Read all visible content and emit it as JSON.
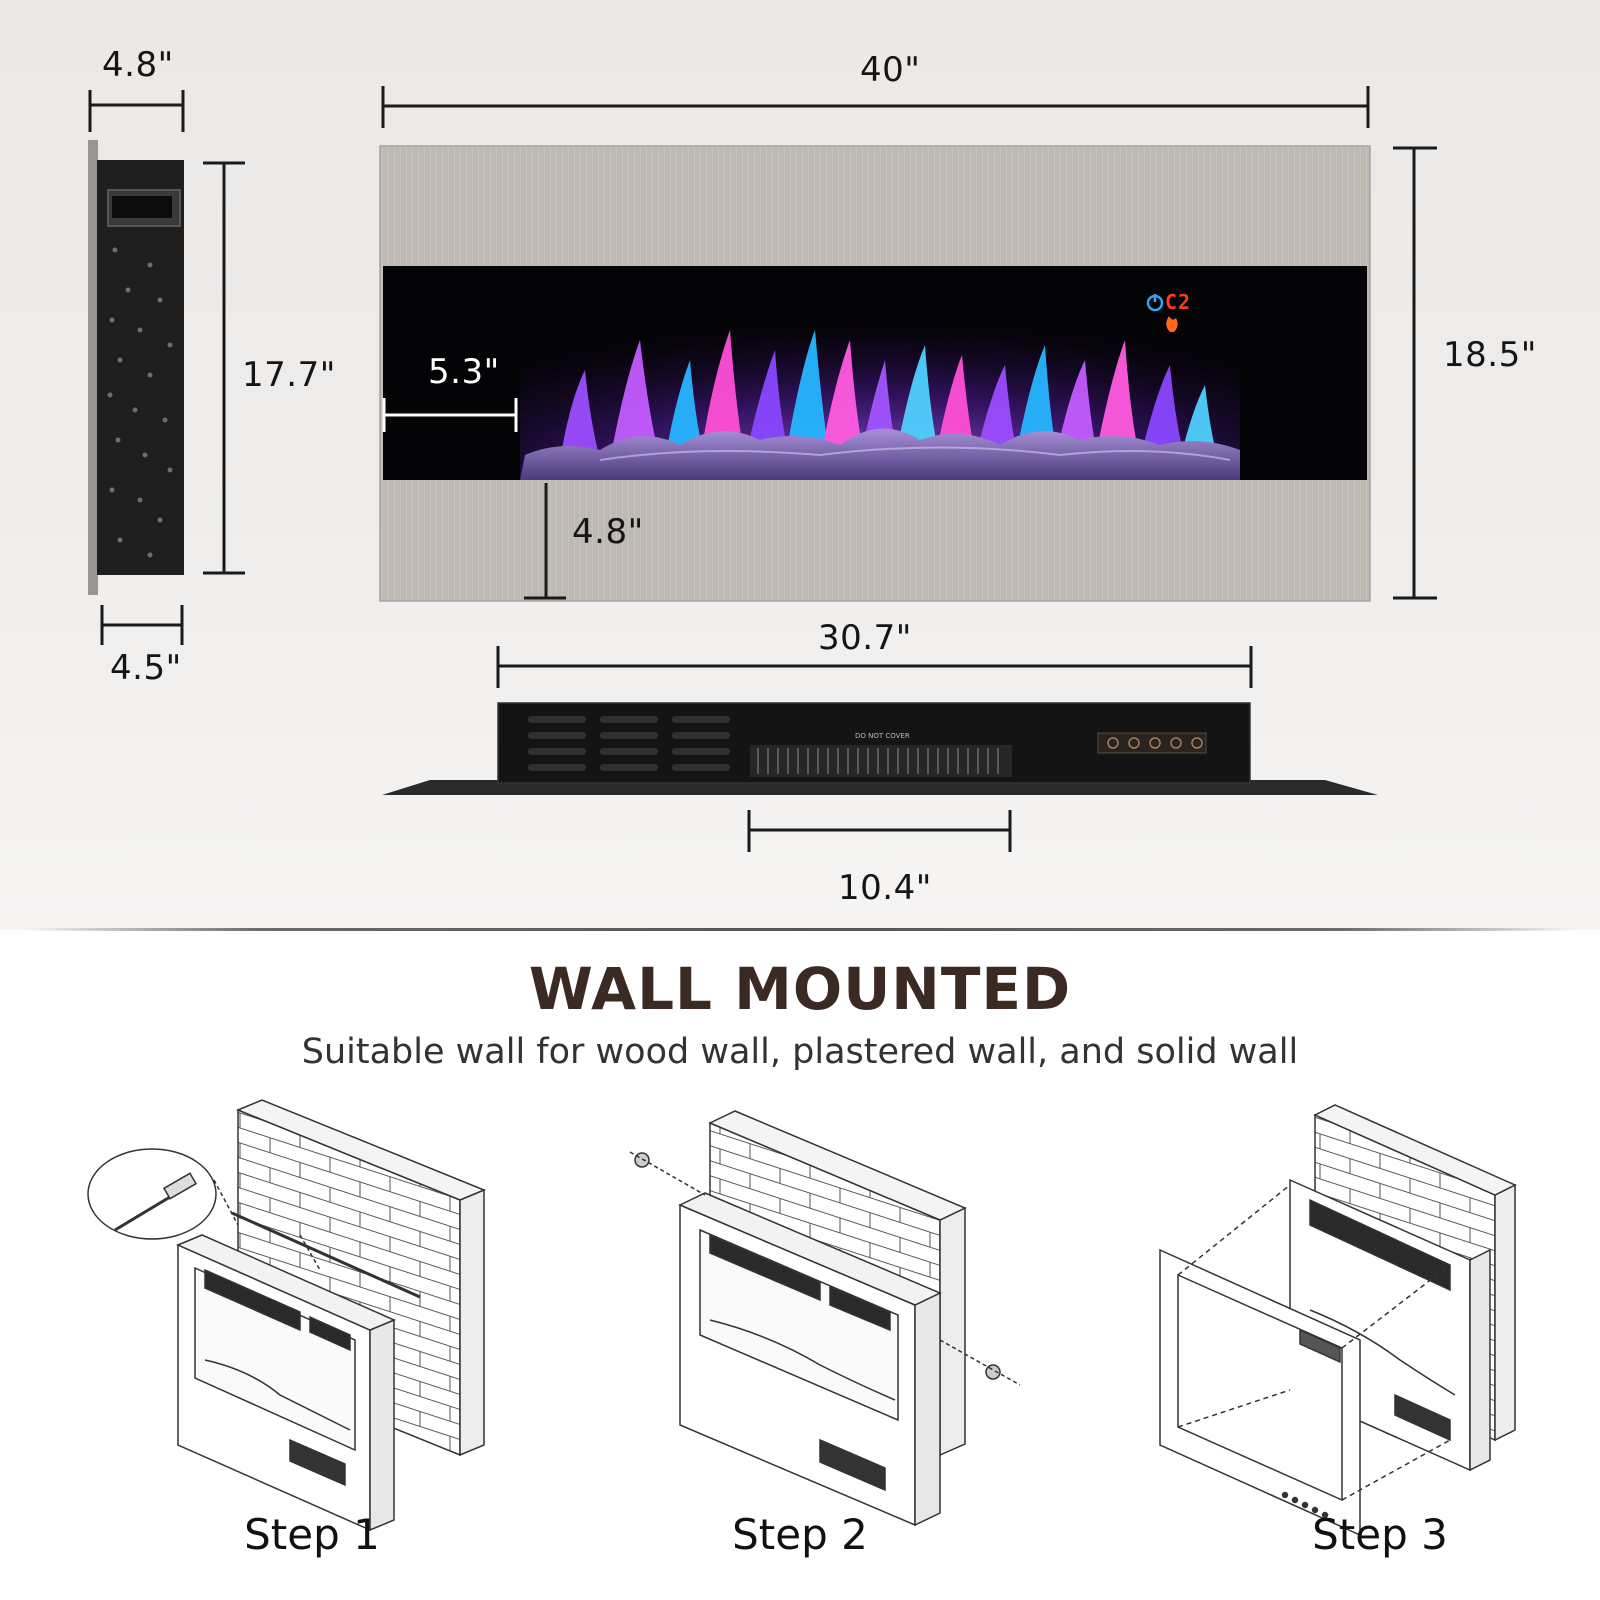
{
  "dimensions": {
    "side_depth_top": "4.8\"",
    "side_depth_bottom": "4.5\"",
    "side_height": "17.7\"",
    "overall_width": "40\"",
    "overall_height": "18.5\"",
    "glass_side_offset": "5.3\"",
    "bottom_panel_height": "4.8\"",
    "top_view_width": "30.7\"",
    "vent_width": "10.4\""
  },
  "display_panel": {
    "readout": "C2",
    "power_icon": "power-icon",
    "flame_icon": "flame-icon"
  },
  "top_view": {
    "vent_label": "DO NOT COVER"
  },
  "section": {
    "title": "WALL MOUNTED",
    "subtitle": "Suitable wall for wood wall, plastered wall, and solid wall"
  },
  "steps": [
    {
      "label": "Step 1"
    },
    {
      "label": "Step 2"
    },
    {
      "label": "Step 3"
    }
  ],
  "colors": {
    "background": "#ebe8e6",
    "title": "#3a2a22",
    "frame": "#b8b2ac",
    "glass": "#050308",
    "flame_purple": "#9b4dff",
    "flame_blue": "#27b6ff",
    "flame_pink": "#ff4fd8"
  }
}
